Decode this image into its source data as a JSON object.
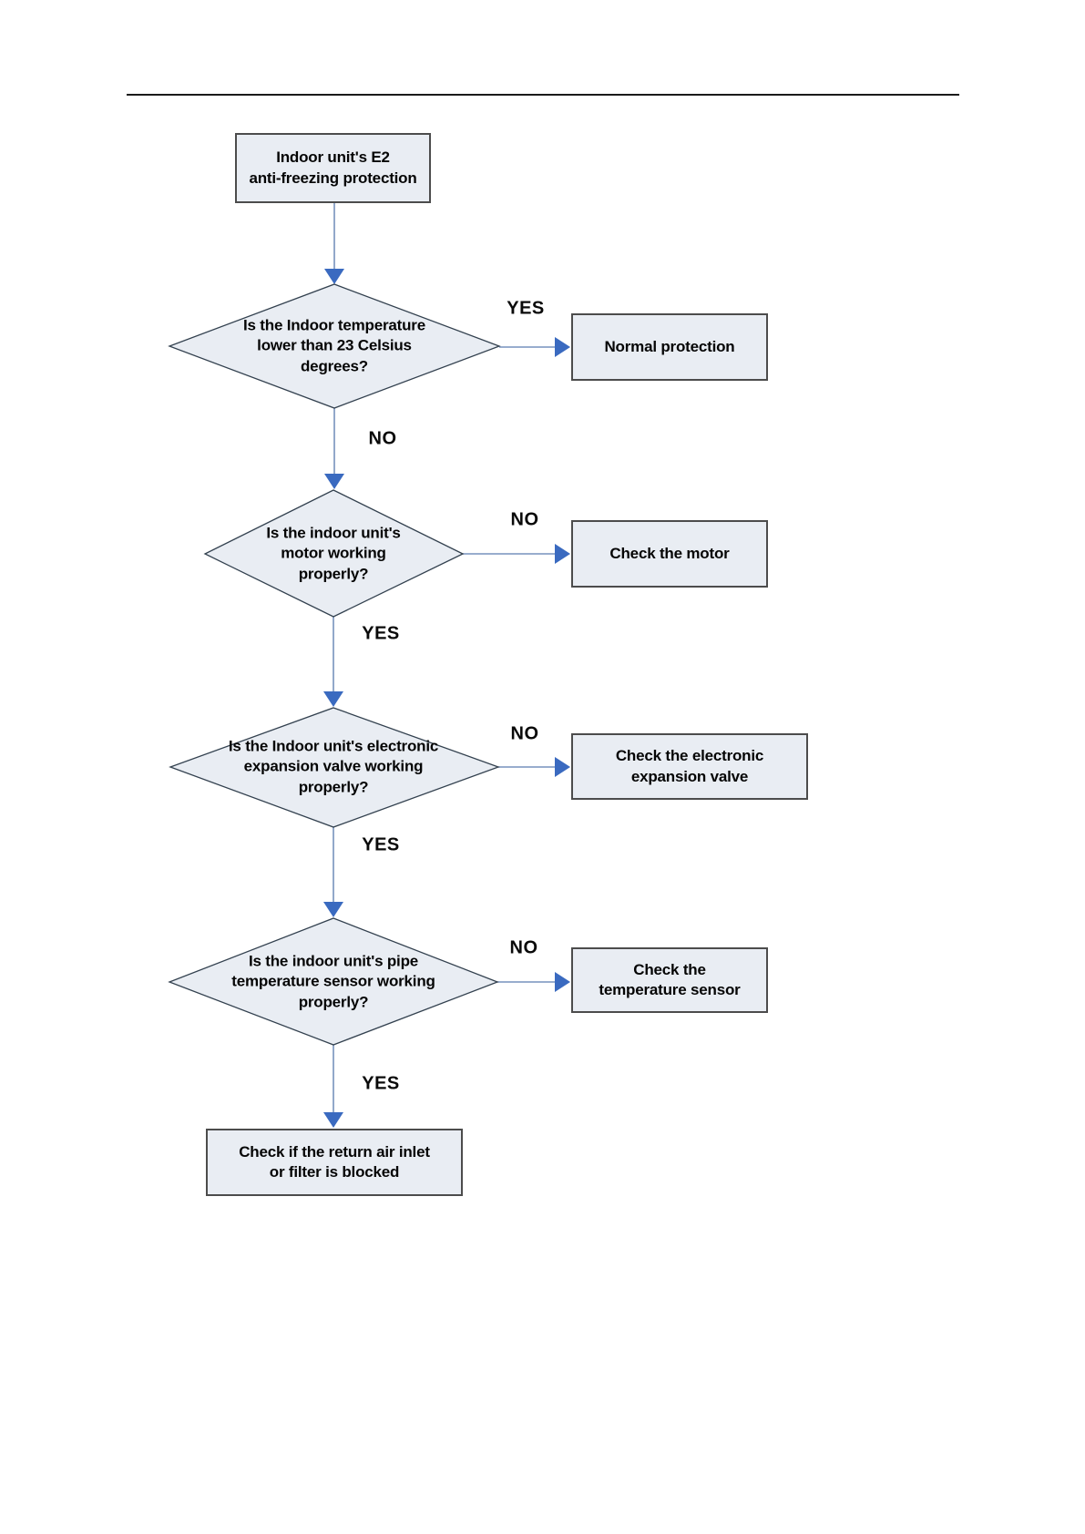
{
  "colors": {
    "node_fill": "#e9edf3",
    "box_border": "#4c4c4c",
    "diamond_border": "#33414f",
    "connector_line": "#7792bd",
    "arrowhead": "#3a6ac0",
    "text": "#050505",
    "header_rule": "#1a1a1a"
  },
  "flowchart": {
    "start_box": "Indoor unit's E2\nanti-freezing protection",
    "decisions": [
      {
        "question": "Is the Indoor temperature\nlower than 23 Celsius\ndegrees?",
        "branch_label_right": "YES",
        "branch_label_down": "NO",
        "right_box": "Normal protection"
      },
      {
        "question": "Is the indoor unit's\nmotor working\nproperly?",
        "branch_label_right": "NO",
        "branch_label_down": "YES",
        "right_box": "Check the motor"
      },
      {
        "question": "Is the Indoor unit's electronic\nexpansion valve working\nproperly?",
        "branch_label_right": "NO",
        "branch_label_down": "YES",
        "right_box": "Check the electronic\nexpansion valve"
      },
      {
        "question": "Is the indoor unit's pipe\ntemperature sensor working\nproperly?",
        "branch_label_right": "NO",
        "branch_label_down": "YES",
        "right_box": "Check the\ntemperature sensor"
      }
    ],
    "end_box": "Check if the return air inlet\nor filter is blocked"
  }
}
